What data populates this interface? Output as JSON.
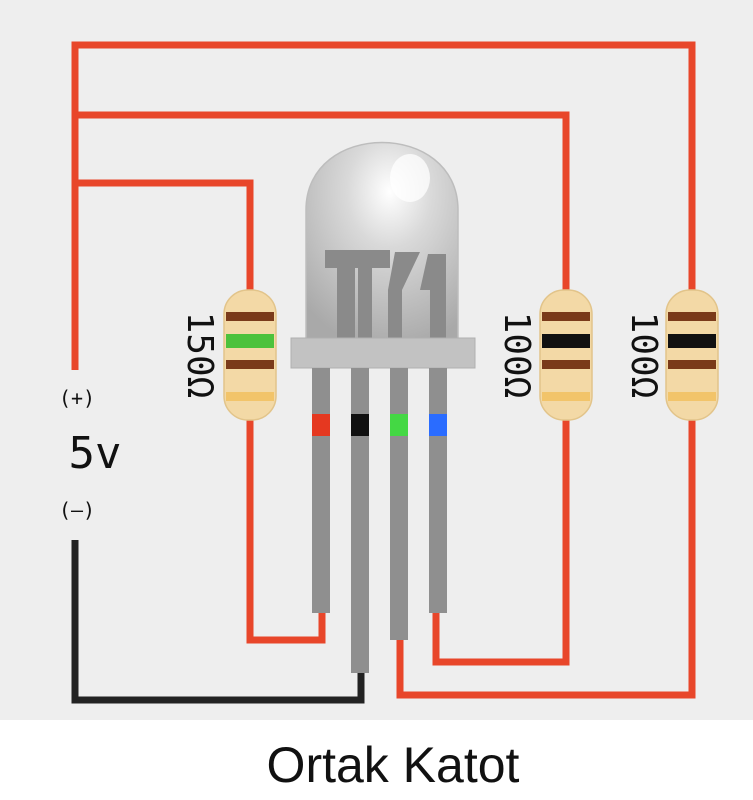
{
  "supply": {
    "plus_label": "(+)",
    "voltage_label": "5v",
    "minus_label": "(–)"
  },
  "resistors": [
    {
      "label": "150Ω",
      "bands": [
        "#7a3a1a",
        "#4cc23c",
        "#7a3a1a",
        "#f2c46a"
      ]
    },
    {
      "label": "100Ω",
      "bands": [
        "#7a3a1a",
        "#111111",
        "#7a3a1a",
        "#f2c46a"
      ]
    },
    {
      "label": "100Ω",
      "bands": [
        "#7a3a1a",
        "#111111",
        "#7a3a1a",
        "#f2c46a"
      ]
    }
  ],
  "led": {
    "pin_colors": [
      "#e53820",
      "#111111",
      "#44d844",
      "#2a6cff"
    ]
  },
  "colors": {
    "wire_red": "#e8462a",
    "wire_black": "#222222",
    "background": "#eeeeee",
    "resistor_body": "#f3d9a6"
  },
  "caption": "Ortak Katot"
}
